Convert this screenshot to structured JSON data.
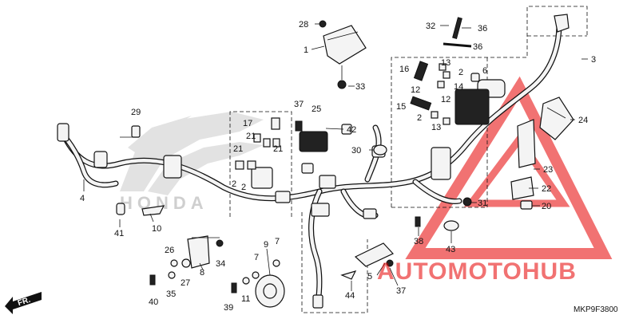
{
  "diagram": {
    "code": "MKP9F3800",
    "front_indicator": "FR.",
    "wing_logo_text": "HONDA",
    "watermark_text": "AUTOMOTOHUB",
    "callouts": {
      "c1": "1",
      "c2a": "2",
      "c2b": "2",
      "c2c": "2",
      "c2d": "2",
      "c3": "3",
      "c4": "4",
      "c5": "5",
      "c6": "6",
      "c7a": "7",
      "c7b": "7",
      "c8": "8",
      "c9": "9",
      "c10": "10",
      "c11": "11",
      "c12a": "12",
      "c12b": "12",
      "c13a": "13",
      "c13b": "13",
      "c14": "14",
      "c15": "15",
      "c16": "16",
      "c17": "17",
      "c20": "20",
      "c21a": "21",
      "c21b": "21",
      "c21c": "21",
      "c22": "22",
      "c23": "23",
      "c24": "24",
      "c25": "25",
      "c26": "26",
      "c27": "27",
      "c28": "28",
      "c29": "29",
      "c30": "30",
      "c31": "31",
      "c32": "32",
      "c33": "33",
      "c34": "34",
      "c35": "35",
      "c36a": "36",
      "c36b": "36",
      "c37a": "37",
      "c37b": "37",
      "c38": "38",
      "c39": "39",
      "c40": "40",
      "c41": "41",
      "c42": "42",
      "c43": "43",
      "c44": "44"
    },
    "colors": {
      "line": "#111111",
      "watermark": "#e60000",
      "wing_logo": "#cfcfcf"
    }
  }
}
